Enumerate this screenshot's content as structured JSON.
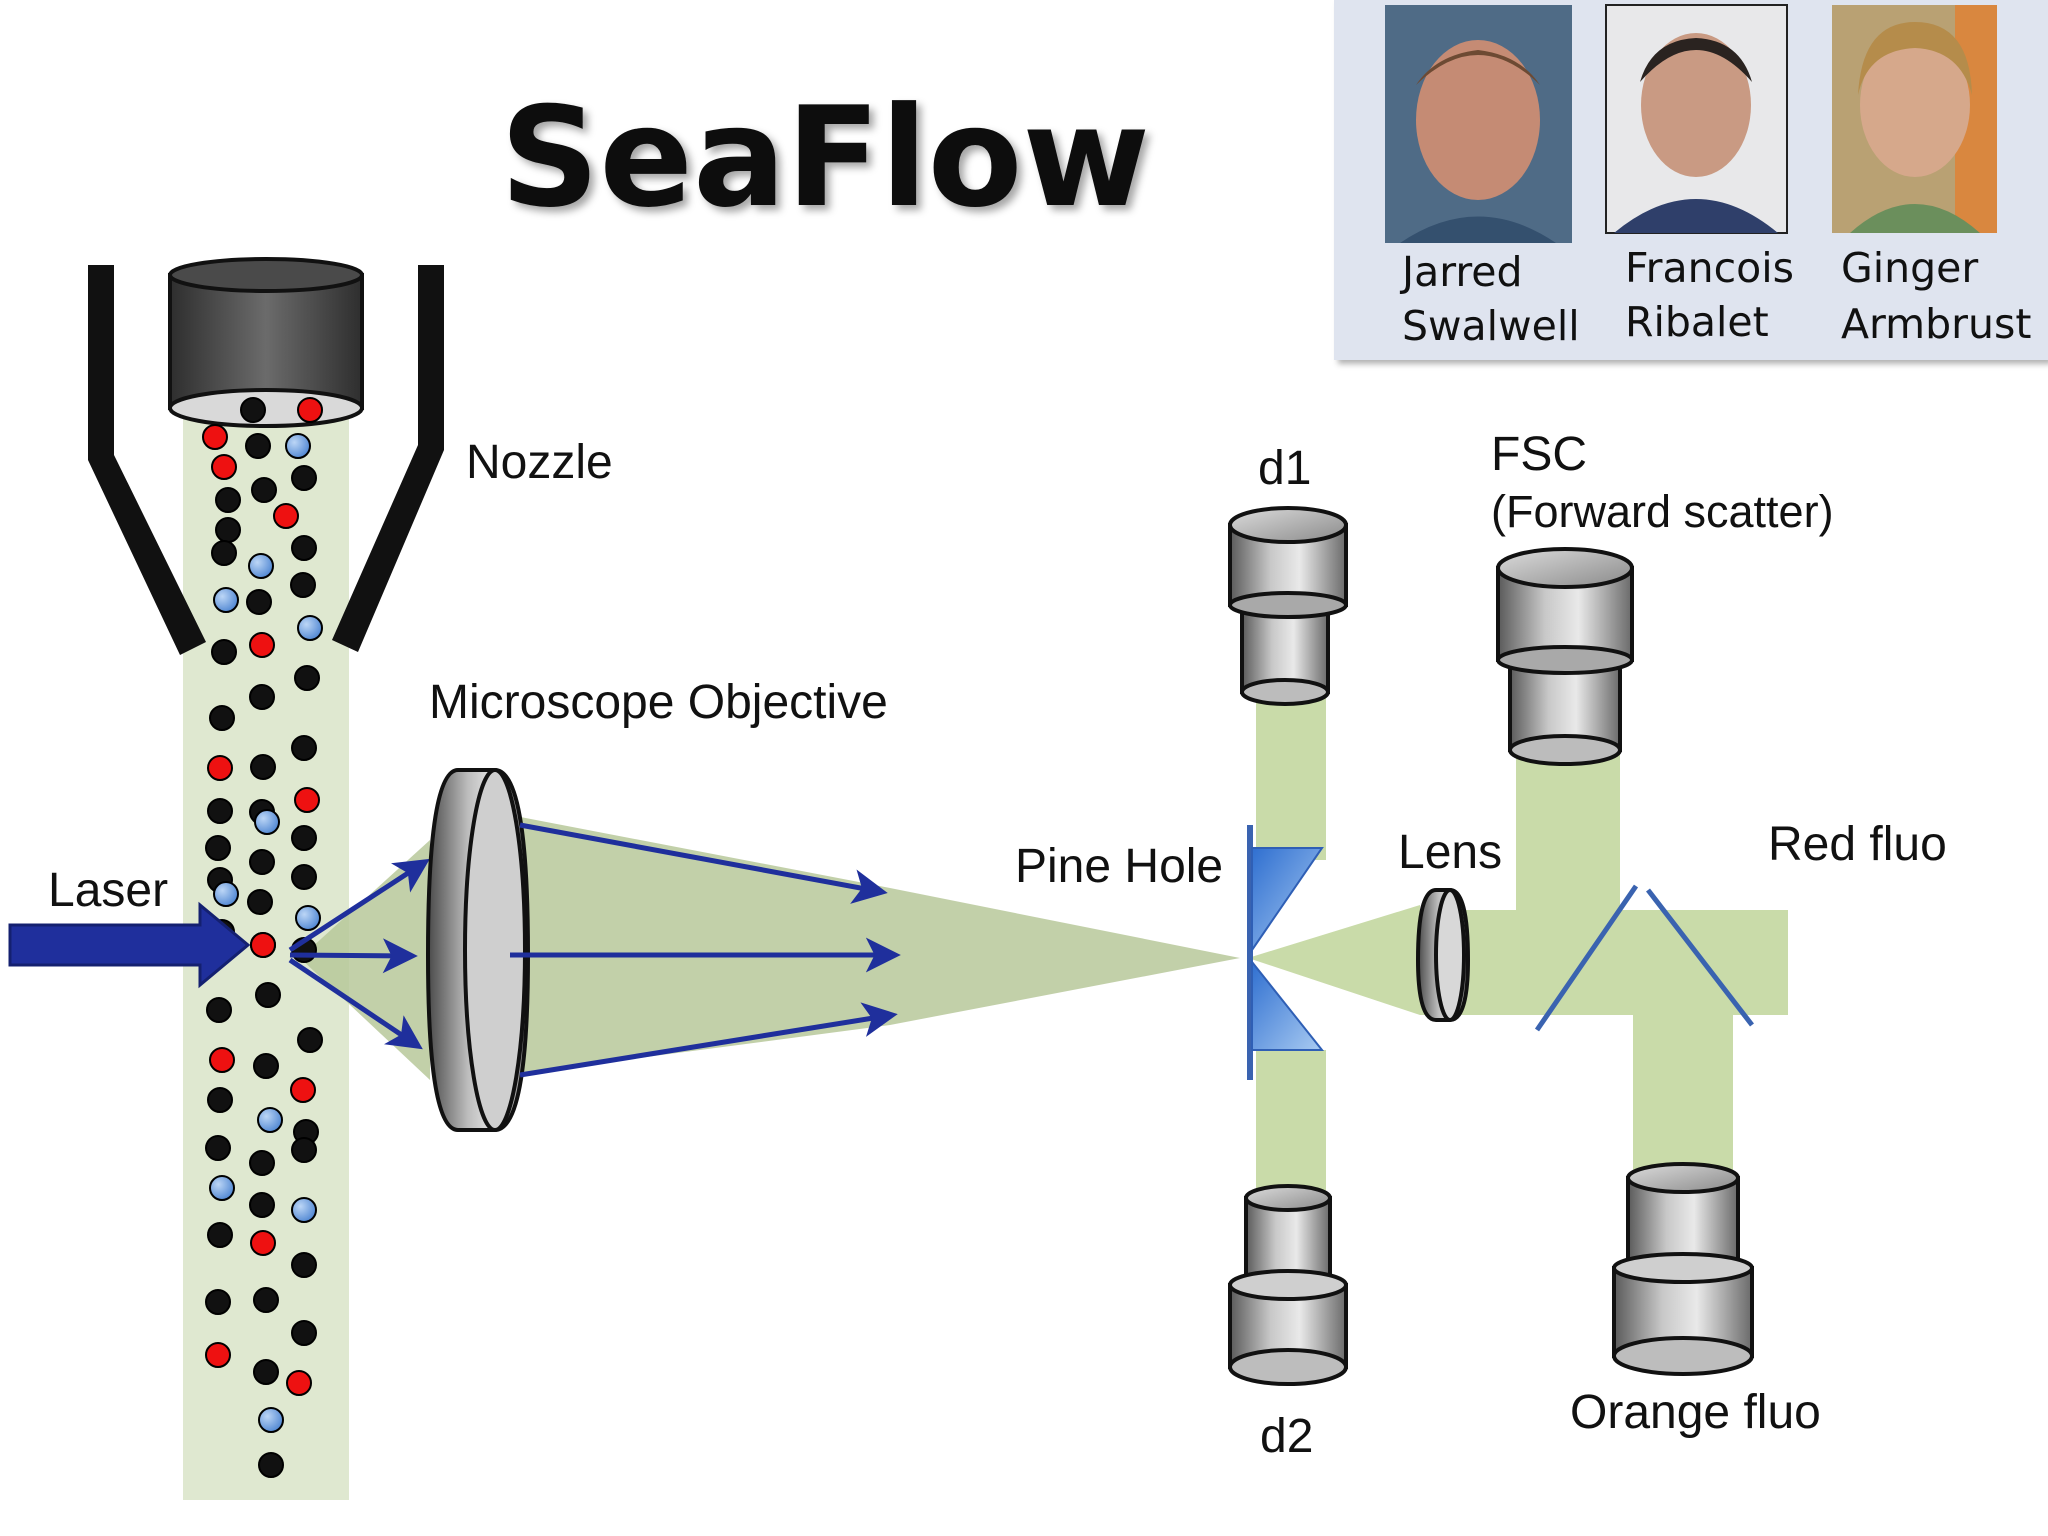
{
  "title": "SeaFlow",
  "colors": {
    "beam": "#c9dba9",
    "stream": "#dfe8d0",
    "cone": "#b7c89a",
    "arrow": "#1f2f9c",
    "particle_black": "#111111",
    "particle_red": "#ee1111",
    "particle_blue": "#6fa1e0",
    "mirror": "#3a63b0",
    "pinhole": "#4d8ad8",
    "team_panel": "#dfe4ef"
  },
  "labels": {
    "nozzle": "Nozzle",
    "microscope_objective": "Microscope Objective",
    "laser": "Laser",
    "pinhole": "Pine Hole",
    "lens": "Lens",
    "d1": "d1",
    "d2": "d2",
    "fsc": "FSC",
    "fsc_full": "(Forward scatter)",
    "red_fluo": "Red fluo",
    "orange_fluo": "Orange fluo"
  },
  "team": [
    {
      "first": "Jarred",
      "last": "Swalwell",
      "photo": "person-photo"
    },
    {
      "first": "Francois",
      "last": "Ribalet",
      "photo": "person-photo"
    },
    {
      "first": "Ginger",
      "last": "Armbrust",
      "photo": "person-photo"
    }
  ]
}
